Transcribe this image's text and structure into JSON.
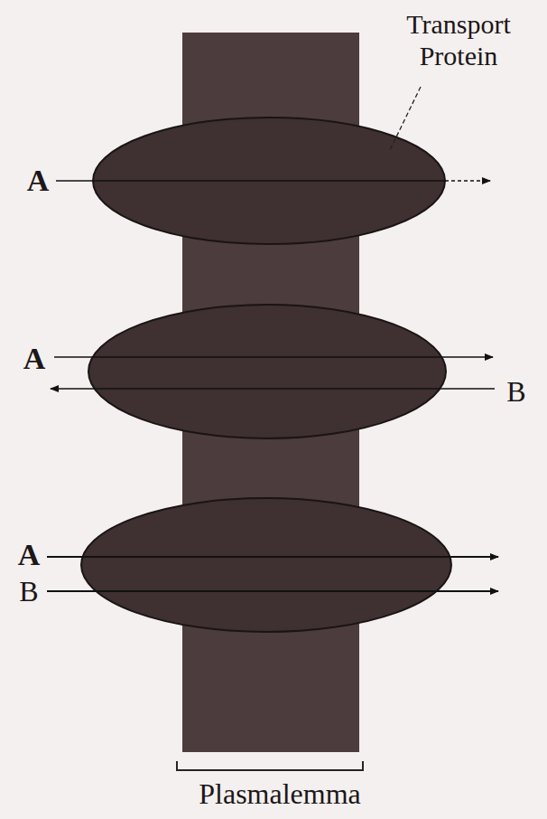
{
  "diagram": {
    "labels": [
      "Transport Protein",
      "A",
      "A",
      "B",
      "A",
      "B",
      "Plasmalemma"
    ]
  }
}
